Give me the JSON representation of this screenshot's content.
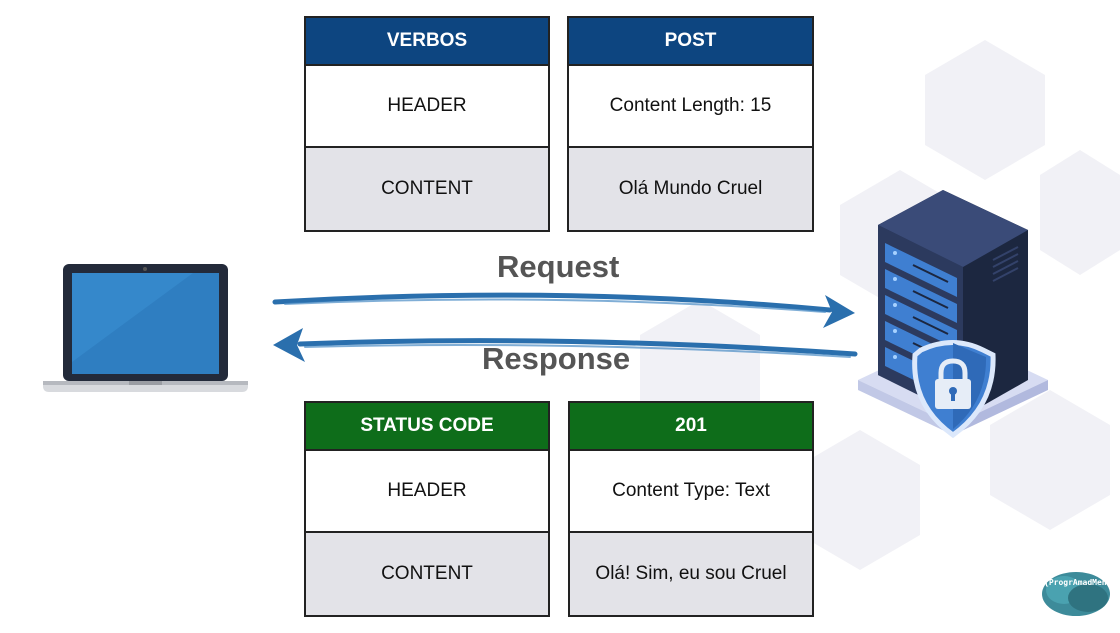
{
  "request_table_left": {
    "header": "VERBOS",
    "row1": "HEADER",
    "row2": "CONTENT"
  },
  "request_table_right": {
    "header": "POST",
    "row1": "Content Length: 15",
    "row2": "Olá Mundo Cruel"
  },
  "response_table_left": {
    "header": "STATUS CODE",
    "row1": "HEADER",
    "row2": "CONTENT"
  },
  "response_table_right": {
    "header": "201",
    "row1": "Content Type: Text",
    "row2": "Olá! Sim, eu sou Cruel"
  },
  "arrows": {
    "request_label": "Request",
    "response_label": "Response"
  },
  "icons": {
    "client": "laptop-icon",
    "server": "server-icon",
    "security": "shield-lock-icon"
  },
  "logo": {
    "text": "{ProgrAmadMente}"
  },
  "colors": {
    "request_header": "#0d4580",
    "response_header": "#0e6d1a",
    "arrow": "#2a6fad",
    "label": "#555555"
  }
}
